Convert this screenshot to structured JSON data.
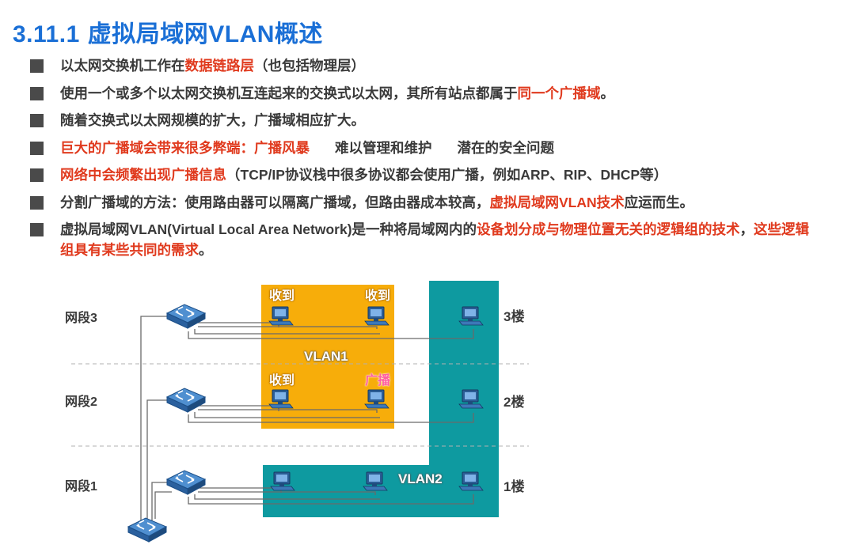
{
  "title": {
    "number": "3.11.1",
    "text": "虚拟局域网VLAN概述"
  },
  "bullets": [
    {
      "parts": [
        {
          "t": "以太网交换机工作在"
        },
        {
          "t": "数据链路层",
          "red": true
        },
        {
          "t": "（也包括物理层）"
        }
      ]
    },
    {
      "parts": [
        {
          "t": "使用一个或多个以太网交换机互连起来的交换式以太网，其所有站点都属于"
        },
        {
          "t": "同一个广播域",
          "red": true
        },
        {
          "t": "。"
        }
      ]
    },
    {
      "parts": [
        {
          "t": "随着交换式以太网规模的扩大，广播域相应扩大。"
        }
      ]
    },
    {
      "parts": [
        {
          "t": "巨大的广播域会带来很多弊端：",
          "red": true
        },
        {
          "t": "广播风暴",
          "red": true
        },
        {
          "gap": true
        },
        {
          "t": "难以管理和维护"
        },
        {
          "gap": true
        },
        {
          "t": "潜在的安全问题"
        }
      ]
    },
    {
      "parts": [
        {
          "t": "网络中会频繁出现广播信息",
          "red": true
        },
        {
          "t": "（TCP/IP协议栈中很多协议都会使用广播，例如ARP、RIP、DHCP等）"
        }
      ]
    },
    {
      "parts": [
        {
          "t": "分割广播域的方法：使用路由器可以隔离广播域，但路由器成本较高，"
        },
        {
          "t": "虚拟局域网VLAN技术",
          "red": true
        },
        {
          "t": "应运而生。"
        }
      ]
    },
    {
      "parts": [
        {
          "t": "虚拟局域网VLAN(Virtual Local Area Network)是一种将局域网内的"
        },
        {
          "t": "设备划分成与物理位置无关的逻辑组的技术",
          "red": true
        },
        {
          "t": "，"
        },
        {
          "t": "这些逻辑组具有某些共同的需求",
          "red": true
        },
        {
          "t": "。"
        }
      ]
    }
  ],
  "diagram": {
    "segments": [
      "网段3",
      "网段2",
      "网段1"
    ],
    "floors": [
      "3楼",
      "2楼",
      "1楼"
    ],
    "vlans": [
      "VLAN1",
      "VLAN2"
    ],
    "tags": {
      "received": "收到",
      "broadcast": "广播"
    },
    "colors": {
      "vlan1": "#f7ad0a",
      "vlan2": "#0e9aa0",
      "title": "#1a6fd6",
      "red": "#e03a1e",
      "switch": "#2f6fb0"
    }
  }
}
